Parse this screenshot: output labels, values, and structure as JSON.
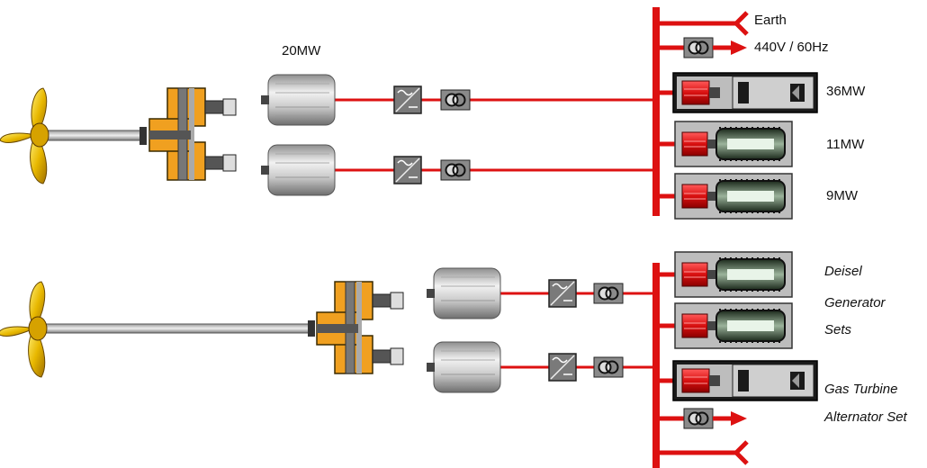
{
  "labels": {
    "earth": "Earth",
    "shore_supply": "440V / 60Hz",
    "motor_rating": "20MW",
    "gen_36": "36MW",
    "gen_11": "11MW",
    "gen_9": "9MW",
    "diesel_line1": "Deisel",
    "diesel_line2": "Generator",
    "diesel_line3": "Sets",
    "gas_line1": "Gas Turbine",
    "gas_line2": "Alternator Set"
  },
  "colors": {
    "bus": "#dd1111",
    "motor_body": "#c8c8c8",
    "gearbox": "#f0a020",
    "propeller": "#e0b000",
    "generator_frame": "#bdbdbd",
    "generator_dark": "#3a3a3a"
  }
}
